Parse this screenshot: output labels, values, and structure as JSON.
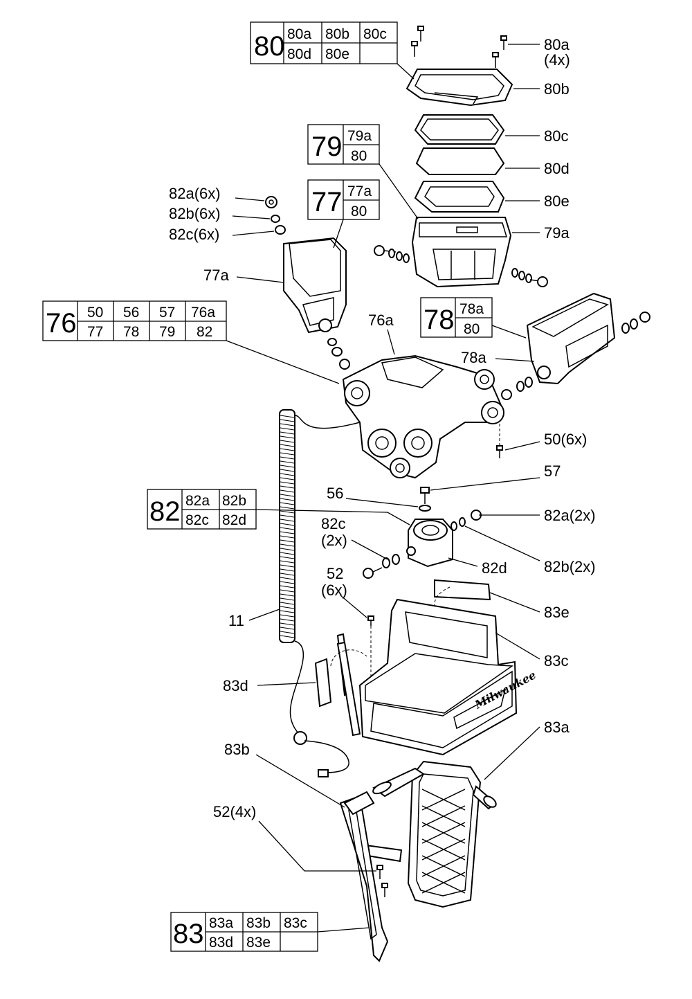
{
  "group_tables": [
    {
      "main": "80",
      "top": [
        "80a",
        "80b",
        "80c"
      ],
      "bottom": [
        "80d",
        "80e",
        ""
      ]
    },
    {
      "main": "79",
      "top": [
        "79a"
      ],
      "bottom": [
        "80"
      ]
    },
    {
      "main": "77",
      "top": [
        "77a"
      ],
      "bottom": [
        "80"
      ]
    },
    {
      "main": "76",
      "top": [
        "50",
        "56",
        "57",
        "76a"
      ],
      "bottom": [
        "77",
        "78",
        "79",
        "82"
      ]
    },
    {
      "main": "78",
      "top": [
        "78a"
      ],
      "bottom": [
        "80"
      ]
    },
    {
      "main": "82",
      "top": [
        "82a",
        "82b"
      ],
      "bottom": [
        "82c",
        "82d"
      ]
    },
    {
      "main": "83",
      "top": [
        "83a",
        "83b",
        "83c"
      ],
      "bottom": [
        "83d",
        "83e",
        ""
      ]
    }
  ],
  "callouts": [
    {
      "text": "80a"
    },
    {
      "text": "(4x)"
    },
    {
      "text": "80b"
    },
    {
      "text": "80c"
    },
    {
      "text": "80d"
    },
    {
      "text": "80e"
    },
    {
      "text": "79a"
    },
    {
      "text": "82a(6x)"
    },
    {
      "text": "82b(6x)"
    },
    {
      "text": "82c(6x)"
    },
    {
      "text": "77a"
    },
    {
      "text": "76a"
    },
    {
      "text": "78a"
    },
    {
      "text": "50(6x)"
    },
    {
      "text": "57"
    },
    {
      "text": "56"
    },
    {
      "text": "82a(2x)"
    },
    {
      "text": "82c"
    },
    {
      "text": "(2x)"
    },
    {
      "text": "82b(2x)"
    },
    {
      "text": "82d"
    },
    {
      "text": "52"
    },
    {
      "text": "(6x)"
    },
    {
      "text": "83e"
    },
    {
      "text": "11"
    },
    {
      "text": "83c"
    },
    {
      "text": "83d"
    },
    {
      "text": "83a"
    },
    {
      "text": "83b"
    },
    {
      "text": "52(4x)"
    }
  ],
  "brand_mark": "Milwaukee"
}
